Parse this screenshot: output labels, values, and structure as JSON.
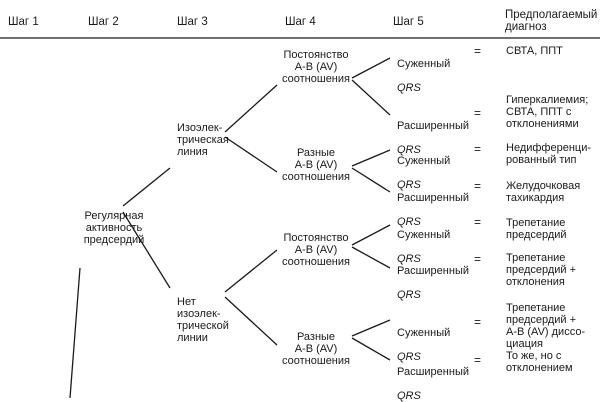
{
  "header": {
    "step1": "Шаг 1",
    "step2": "Шаг 2",
    "step3": "Шаг 3",
    "step4": "Шаг 4",
    "step5": "Шаг 5",
    "diagnosis": "Предполагаемый\nдиагноз"
  },
  "step2": {
    "regular_atrial_activity": "Регулярная\nактивность\nпредсердий"
  },
  "step3": {
    "isoelectric_line": "Изоэлек-\nтрическая\nлиния",
    "no_isoelectric_line": "Нет\nизоэлек-\nтрической\nлинии"
  },
  "step4": {
    "constant_ratio_1": "Постоянство\nА-В (AV)\nсоотношения",
    "different_ratio_1": "Разные\nА-В (AV)\nсоотношения",
    "constant_ratio_2": "Постоянство\nА-В (AV)\nсоотношения",
    "different_ratio_2": "Разные\nА-В (AV)\nсоотношения"
  },
  "step5": {
    "narrow_label": "Суженный",
    "wide_label": "Расширенный",
    "qrs_label": "QRS",
    "equals": "="
  },
  "diagnoses": {
    "d1": "СВТА, ППТ",
    "d2": "Гиперкалиемия;\nСВТА, ППТ с\nотклонениями",
    "d3": "Недифференци-\nрованный тип",
    "d4": "Желудочковая\nтахикардия",
    "d5": "Трепетание\nпредсердий",
    "d6": "Трепетание\nпредсердий +\nотклонения",
    "d7": "Трепетание\nпредсердий +\nА-В (AV) диссо-\nциация",
    "d8": "То же, но с\nотклонением"
  }
}
